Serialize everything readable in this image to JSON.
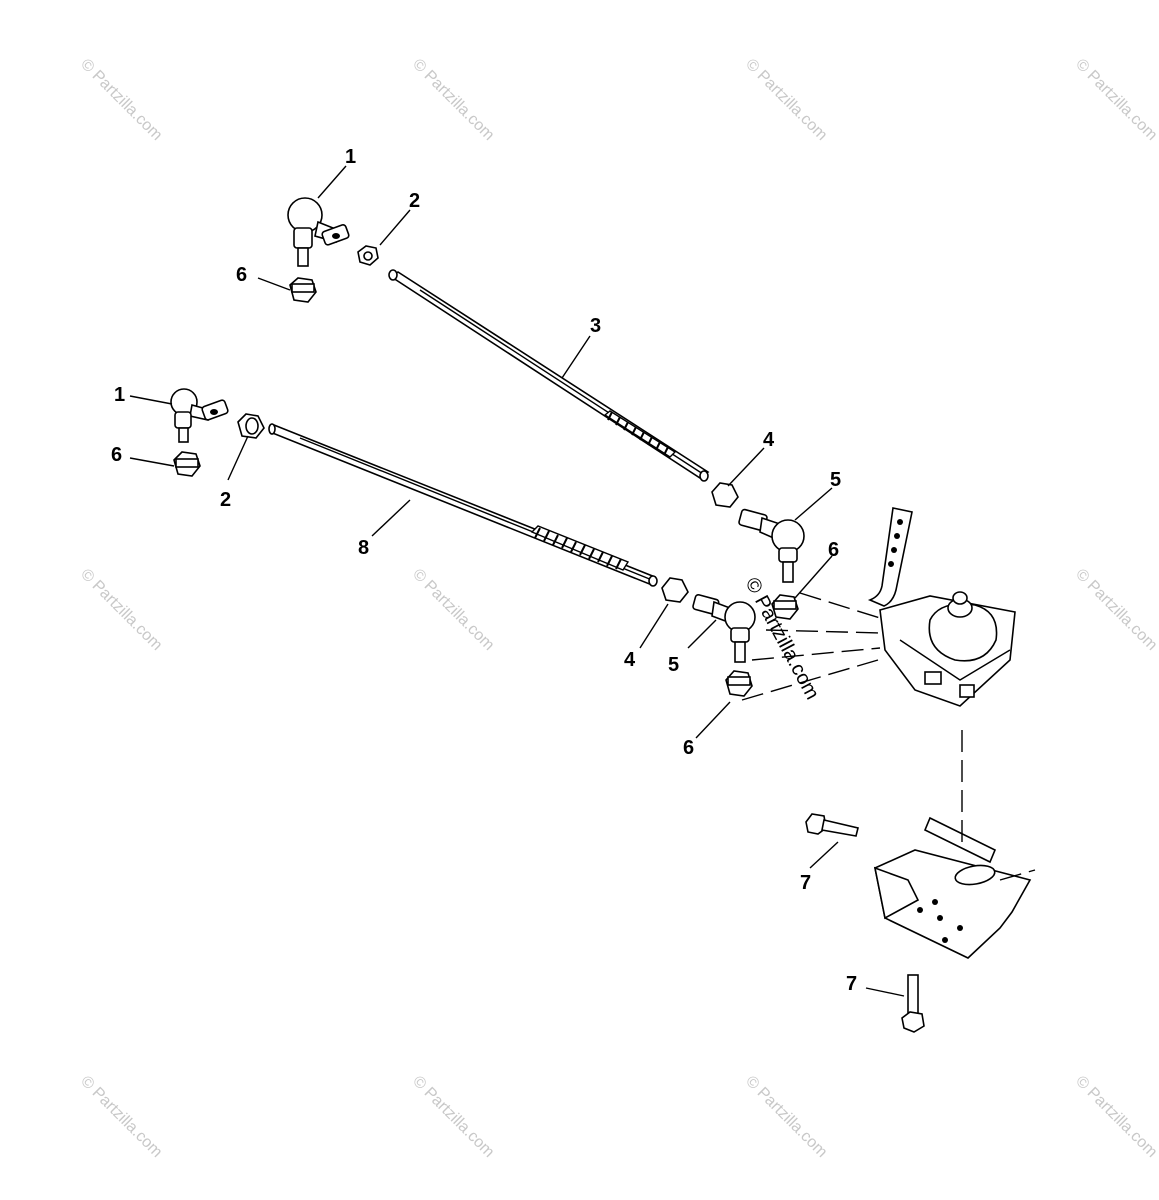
{
  "callouts": {
    "c1a": "1",
    "c2a": "2",
    "c6a": "6",
    "c3": "3",
    "c1b": "1",
    "c6b": "6",
    "c2b": "2",
    "c8": "8",
    "c4a": "4",
    "c5a": "5",
    "c6c": "6",
    "c4b": "4",
    "c5b": "5",
    "c6d": "6",
    "c7a": "7",
    "c7b": "7"
  },
  "watermark": "© Partzilla.com",
  "watermark_center": "© Partzilla.com"
}
